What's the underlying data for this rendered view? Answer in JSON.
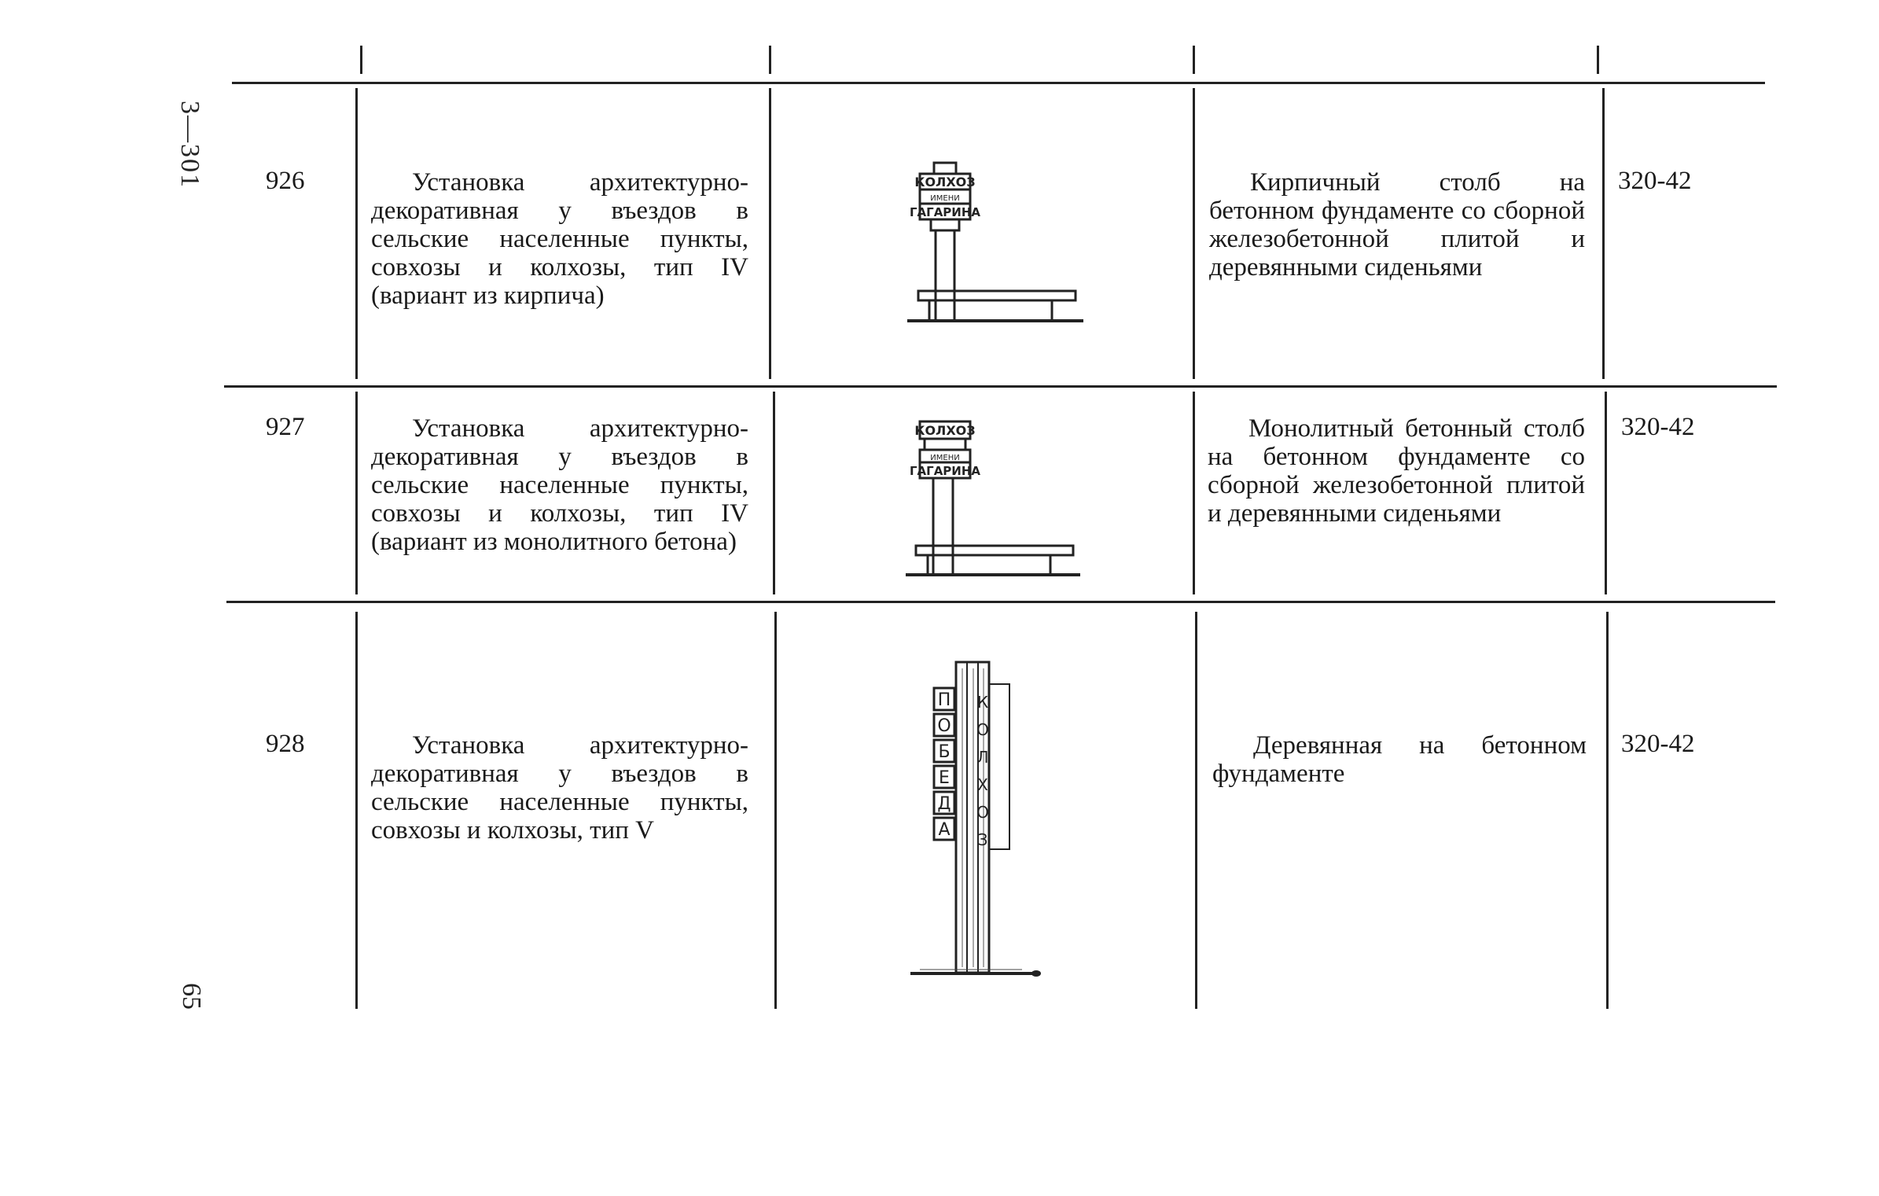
{
  "side": {
    "series_code": "3—301",
    "page_number": "65"
  },
  "rows": [
    {
      "number": "926",
      "name": "Установка архитектурно-декоративная у въездов в сельские населенные пункты, совхозы и колхозы, тип IV (вариант из кирпича)",
      "material": "Кирпичный столб на бетонном фундаменте со сборной железобетонной плитой и деревянными сиденьями",
      "code": "320-42",
      "sign_top": "КОЛХОЗ",
      "sign_mid": "ИМЕНИ",
      "sign_bottom": "ГАГАРИНА"
    },
    {
      "number": "927",
      "name": "Установка архитектурно-декоративная у въездов в сельские населенные пункты, совхозы и колхозы, тип IV (вариант из монолитного бетона)",
      "material": "Монолитный бетонный столб на бетонном фундаменте со сборной железобетонной плитой и деревянными сиденьями",
      "code": "320-42",
      "sign_top": "КОЛХОЗ",
      "sign_mid": "ИМЕНИ",
      "sign_bottom": "ГАГАРИНА"
    },
    {
      "number": "928",
      "name": "Установка архитектурно-декоративная у въездов в сельские населенные пункты, совхозы и колхозы, тип V",
      "material": "Деревянная на бетонном фундаменте",
      "code": "320-42",
      "sign_letters": [
        "П",
        "О",
        "Б",
        "Е",
        "Д",
        "А"
      ],
      "sign_right": [
        "К",
        "О",
        "Л",
        "Х",
        "О",
        "З"
      ]
    }
  ]
}
